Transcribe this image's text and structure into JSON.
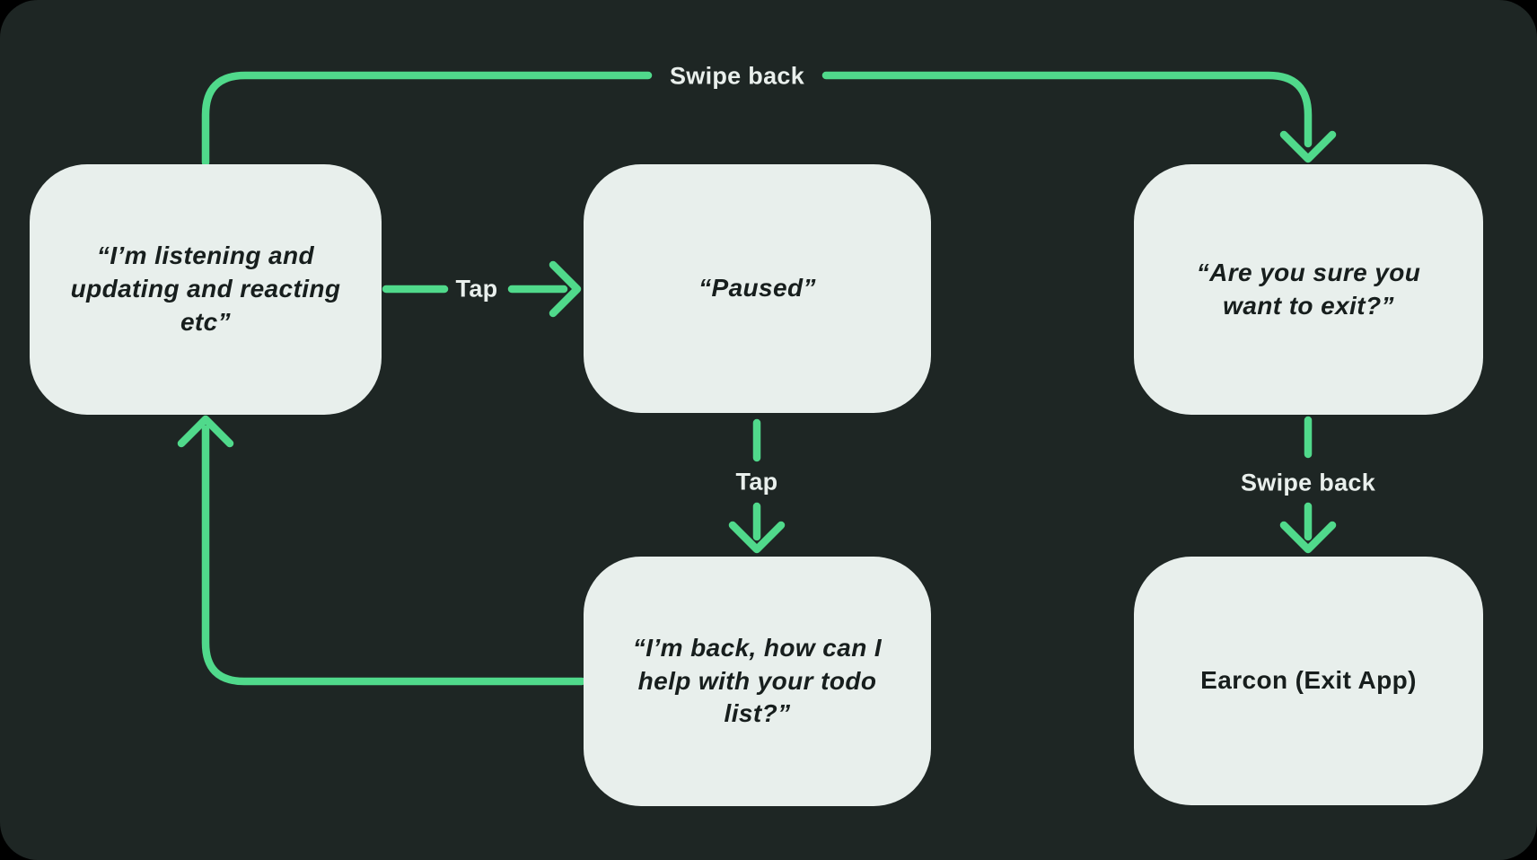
{
  "diagram": {
    "type": "flowchart",
    "colors": {
      "background": "#1e2624",
      "node_fill": "#e8efec",
      "node_text": "#171e1d",
      "accent": "#50d98b",
      "label_text": "#e9efec"
    },
    "nodes": [
      {
        "id": "listening",
        "label": "“I’m listening and\nupdating and reacting\netc”"
      },
      {
        "id": "paused",
        "label": "“Paused”"
      },
      {
        "id": "exit-confirm",
        "label": "“Are you sure you\nwant to exit?”"
      },
      {
        "id": "back-helping",
        "label": "“I’m back, how can I\nhelp with your todo\nlist?”"
      },
      {
        "id": "earcon-exit",
        "label": "Earcon (Exit App)"
      }
    ],
    "edges": [
      {
        "from": "listening",
        "to": "exit-confirm",
        "label": "Swipe back"
      },
      {
        "from": "listening",
        "to": "paused",
        "label": "Tap"
      },
      {
        "from": "paused",
        "to": "back-helping",
        "label": "Tap"
      },
      {
        "from": "exit-confirm",
        "to": "earcon-exit",
        "label": "Swipe back"
      },
      {
        "from": "back-helping",
        "to": "listening",
        "label": ""
      }
    ]
  }
}
